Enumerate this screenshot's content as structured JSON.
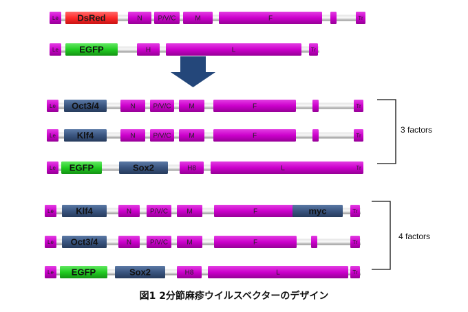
{
  "figure": {
    "caption": "図1 2分節麻疹ウイルスベクターのデザイン",
    "groups": [
      {
        "label": "3 factors"
      },
      {
        "label": "4 factors"
      }
    ],
    "colors": {
      "magenta": "#cc00cc",
      "gray": "#a8a8a8",
      "red": "#ff2a2a",
      "green": "#22cc22",
      "steel": "#3a5580",
      "arrow": "#24477a"
    },
    "constructs": [
      {
        "segments": [
          {
            "label": "Le",
            "color": "magenta"
          },
          {
            "label": "DsRed",
            "color": "red"
          },
          {
            "label": "N",
            "color": "magenta"
          },
          {
            "label": "P/V/C",
            "color": "magenta"
          },
          {
            "label": "M",
            "color": "magenta"
          },
          {
            "label": "F",
            "color": "magenta"
          },
          {
            "label": "",
            "color": "magenta"
          },
          {
            "label": "Tr",
            "color": "magenta"
          }
        ]
      },
      {
        "segments": [
          {
            "label": "Le",
            "color": "magenta"
          },
          {
            "label": "EGFP",
            "color": "green"
          },
          {
            "label": "H",
            "color": "magenta"
          },
          {
            "label": "L",
            "color": "magenta"
          },
          {
            "label": "Tr",
            "color": "magenta"
          }
        ]
      },
      {
        "segments": [
          {
            "label": "Le",
            "color": "magenta"
          },
          {
            "label": "Oct3/4",
            "color": "steel"
          },
          {
            "label": "N",
            "color": "magenta"
          },
          {
            "label": "P/V/C",
            "color": "magenta"
          },
          {
            "label": "M",
            "color": "magenta"
          },
          {
            "label": "F",
            "color": "magenta"
          },
          {
            "label": "",
            "color": "magenta"
          },
          {
            "label": "Tr",
            "color": "magenta"
          }
        ]
      },
      {
        "segments": [
          {
            "label": "Le",
            "color": "magenta"
          },
          {
            "label": "Klf4",
            "color": "steel"
          },
          {
            "label": "N",
            "color": "magenta"
          },
          {
            "label": "P/V/C",
            "color": "magenta"
          },
          {
            "label": "M",
            "color": "magenta"
          },
          {
            "label": "F",
            "color": "magenta"
          },
          {
            "label": "",
            "color": "magenta"
          },
          {
            "label": "Tr",
            "color": "magenta"
          }
        ]
      },
      {
        "segments": [
          {
            "label": "Le",
            "color": "magenta"
          },
          {
            "label": "EGFP",
            "color": "green"
          },
          {
            "label": "Sox2",
            "color": "steel"
          },
          {
            "label": "H8",
            "color": "magenta"
          },
          {
            "label": "L",
            "color": "magenta"
          },
          {
            "label": "Tr",
            "color": "magenta"
          }
        ]
      },
      {
        "segments": [
          {
            "label": "Le",
            "color": "magenta"
          },
          {
            "label": "Klf4",
            "color": "steel"
          },
          {
            "label": "N",
            "color": "magenta"
          },
          {
            "label": "P/V/C",
            "color": "magenta"
          },
          {
            "label": "M",
            "color": "magenta"
          },
          {
            "label": "F",
            "color": "magenta"
          },
          {
            "label": "myc",
            "color": "steel"
          },
          {
            "label": "Tr",
            "color": "magenta"
          }
        ]
      },
      {
        "segments": [
          {
            "label": "Le",
            "color": "magenta"
          },
          {
            "label": "Oct3/4",
            "color": "steel"
          },
          {
            "label": "N",
            "color": "magenta"
          },
          {
            "label": "P/V/C",
            "color": "magenta"
          },
          {
            "label": "M",
            "color": "magenta"
          },
          {
            "label": "F",
            "color": "magenta"
          },
          {
            "label": "",
            "color": "magenta"
          },
          {
            "label": "Tr",
            "color": "magenta"
          }
        ]
      },
      {
        "segments": [
          {
            "label": "Le",
            "color": "magenta"
          },
          {
            "label": "EGFP",
            "color": "green"
          },
          {
            "label": "Sox2",
            "color": "steel"
          },
          {
            "label": "H8",
            "color": "magenta"
          },
          {
            "label": "L",
            "color": "magenta"
          },
          {
            "label": "Tr",
            "color": "magenta"
          }
        ]
      }
    ]
  }
}
